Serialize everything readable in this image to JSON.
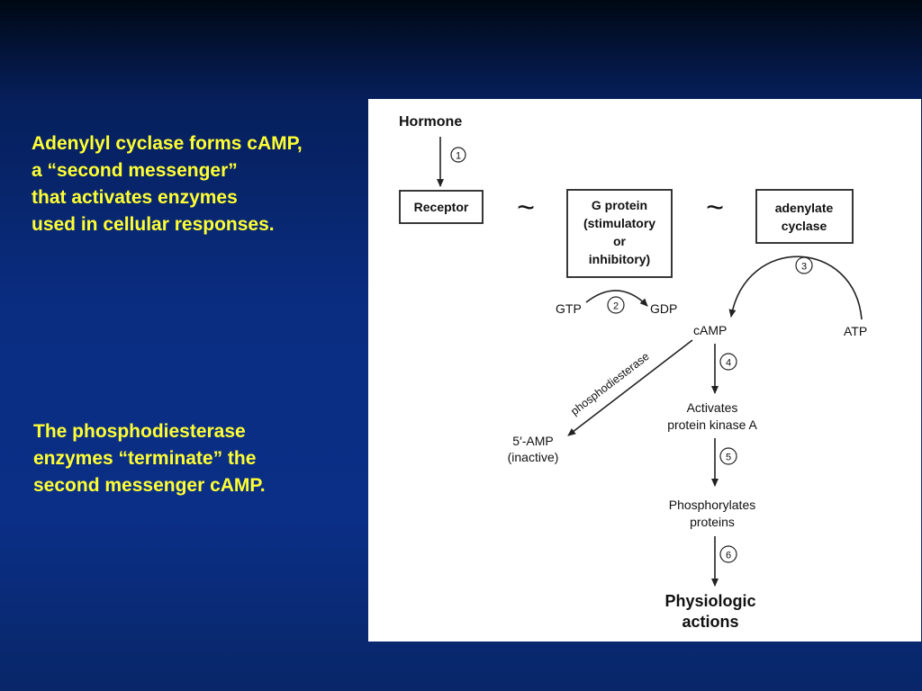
{
  "slide": {
    "text_top": [
      "Adenylyl cyclase forms cAMP,",
      "a “second messenger”",
      "that activates enzymes",
      "used in cellular responses."
    ],
    "text_bottom": [
      "The phosphodiesterase",
      "enzymes “terminate” the",
      "second messenger cAMP."
    ],
    "colors": {
      "background": "#0a2d82",
      "text": "#ffff33",
      "diagram_background": "#ffffff"
    }
  },
  "diagram": {
    "hormone": "Hormone",
    "receptor": "Receptor",
    "g_protein": [
      "G protein",
      "(stimulatory",
      "or",
      "inhibitory)"
    ],
    "adenylate_cyclase": [
      "adenylate",
      "cyclase"
    ],
    "tilde": "~",
    "gtp": "GTP",
    "gdp": "GDP",
    "atp": "ATP",
    "camp": "cAMP",
    "phosphodiesterase": "phosphodiesterase",
    "amp": [
      "5′-AMP",
      "(inactive)"
    ],
    "activates": [
      "Activates",
      "protein kinase A"
    ],
    "phosphorylates": [
      "Phosphorylates",
      "proteins"
    ],
    "physiologic": [
      "Physiologic",
      "actions"
    ],
    "steps": [
      "1",
      "2",
      "3",
      "4",
      "5",
      "6"
    ]
  }
}
